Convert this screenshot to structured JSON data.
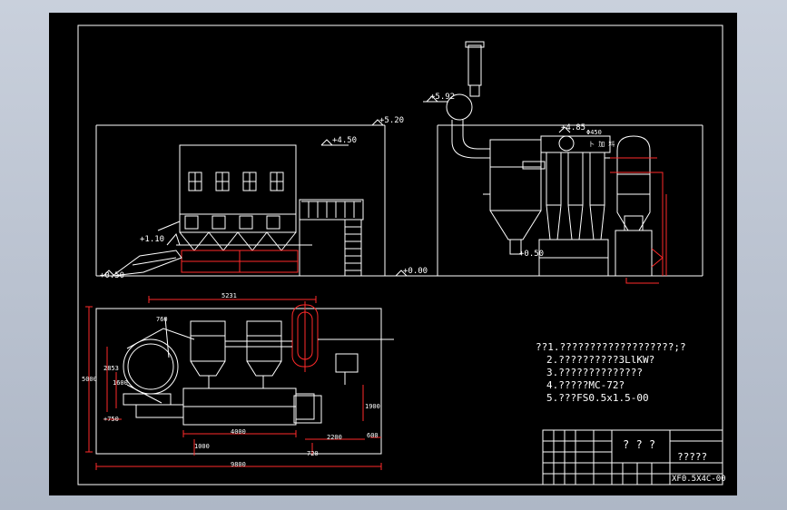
{
  "elevations": {
    "e520": "+5.20",
    "e450": "+4.50",
    "e592": "+5.92",
    "e485": "+4.85",
    "e110": "+1.10",
    "e050": "+0.50",
    "e000": "+0.00",
    "e050b": "+0.50"
  },
  "dims": {
    "d5231": "5231",
    "d9800": "9800",
    "d4000": "4000",
    "d2200": "2200",
    "d1000": "1000",
    "d600": "600",
    "d1900": "1900",
    "d5000": "5000",
    "d2853": "2853",
    "d1600": "1600",
    "d750": "+750",
    "d760": "760",
    "d720": "720",
    "d450": "Φ450"
  },
  "small_labels": {
    "feeder": "卜 加 料",
    "fan_note": "? ? ?"
  },
  "notes": [
    "??1.???????????????????;?",
    "2.??????????3LlKW?",
    "3.??????????????",
    "4.?????MC-72?",
    "5.???FS0.5x1.5-00"
  ],
  "title_block": {
    "company": "? ? ?",
    "title": "?????",
    "code": "XF0.5X4C-00"
  }
}
